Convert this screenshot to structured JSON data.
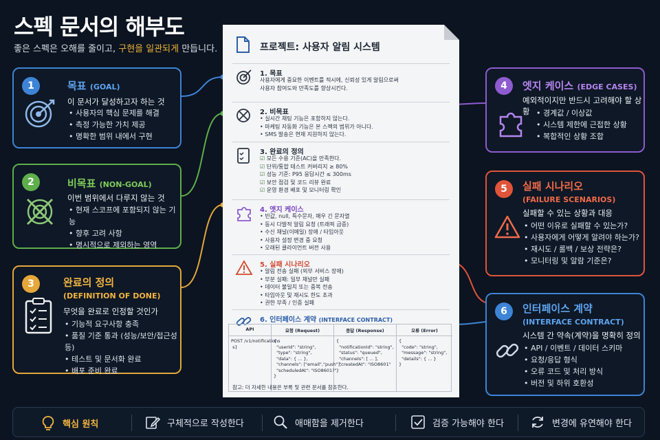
{
  "header": {
    "title": "스펙 문서의 해부도",
    "subtitle_pre": "좋은 스펙은 오해를 줄이고, ",
    "subtitle_hl": "구현을 일관되게",
    "subtitle_post": " 만듭니다."
  },
  "colors": {
    "blue": "#3e84d6",
    "green": "#5fae4c",
    "orange": "#e5a73a",
    "purple": "#8e5bd0",
    "red": "#e0543a",
    "bg": "#0b1420"
  },
  "cards": {
    "goal": {
      "num": "1",
      "title": "목표",
      "title_en": "(GOAL)",
      "desc": "이 문서가 달성하고자 하는 것",
      "icon": "target-icon",
      "items": [
        "사용자의 핵심 문제를 해결",
        "측정 가능한 가치 제공",
        "명확한 범위 내에서 구현"
      ]
    },
    "nongoal": {
      "num": "2",
      "title": "비목표",
      "title_en": "(NON-GOAL)",
      "desc": "이번 범위에서 다루지 않는 것",
      "icon": "crossed-target-icon",
      "items": [
        "현재 스코프에 포함되지 않는 기능",
        "향후 고려 사항",
        "명시적으로 제외하는 영역"
      ]
    },
    "dod": {
      "num": "3",
      "title": "완료의 정의",
      "title_en": "(DEFINITION OF DONE)",
      "desc": "무엇을 완료로 인정할 것인가",
      "icon": "checklist-icon",
      "items": [
        "기능적 요구사항 충족",
        "품질 기준 통과 (성능/보안/접근성 등)",
        "테스트 및 문서화 완료",
        "배포 준비 완료"
      ]
    },
    "edge": {
      "num": "4",
      "title": "엣지 케이스",
      "title_en": "(EDGE CASES)",
      "desc": "예외적이지만 반드시 고려해야 할 상황",
      "icon": "puzzle-icon",
      "items": [
        "경계값 / 이상값",
        "시스템 제한에 근접한 상황",
        "복합적인 상황 조합"
      ]
    },
    "failure": {
      "num": "5",
      "title": "실패 시나리오",
      "title_en": "(FAILURE SCENARIOS)",
      "desc": "실패할 수 있는 상황과 대응",
      "icon": "warning-icon",
      "items": [
        "어떤 이유로 실패할 수 있는가?",
        "사용자에게 어떻게 알려야 하는가?",
        "재시도 / 롤백 / 보상 전략은?",
        "모니터링 및 알람 기준은?"
      ]
    },
    "iface": {
      "num": "6",
      "title": "인터페이스 계약",
      "title_en": "(INTERFACE CONTRACT)",
      "desc": "시스템 간 약속(계약)을 명확히 정의",
      "icon": "link-icon",
      "items": [
        "API / 이벤트 / 데이터 스키마",
        "요청/응답 형식",
        "오류 코드 및 처리 방식",
        "버전 및 하위 호환성"
      ]
    }
  },
  "doc": {
    "title": "프로젝트:  사용자 알림 시스템",
    "s1": {
      "title": "1. 목표",
      "lines": [
        "사용자에게 중요한 이벤트를 적시에, 신뢰성 있게 알림으로써",
        "사용자 참여도와 만족도를 향상시킨다."
      ]
    },
    "s2": {
      "title": "2. 비목표",
      "lines": [
        "실시간 채팅 기능은 포함하지 않는다.",
        "마케팅 자동화 기능은 본 스펙의 범위가 아니다.",
        "SMS 발송은 현재 지원하지 않는다."
      ]
    },
    "s3": {
      "title": "3. 완료의 정의",
      "lines": [
        "모든 수용 기준(AC)을 만족한다.",
        "단위/통합 테스트 커버리지 ≥ 80%",
        "성능 기준: P95 응답시간 ≤ 300ms",
        "보안 점검 및 코드 리뷰 완료",
        "운영 환경 배포 및 모니터링 확인"
      ]
    },
    "s4": {
      "title": "4. 엣지 케이스",
      "lines": [
        "빈값, null, 특수문자, 매우 긴 문자열",
        "동시 다발적 알림 요청 (트래픽 급증)",
        "수신 채널(이메일) 장애 / 타임아웃",
        "사용자 설정 변경 중 요청",
        "오래된 클라이언트 버전 사용"
      ]
    },
    "s5": {
      "title": "5. 실패 시나리오",
      "lines": [
        "알림 전송 실패 (외부 서비스 장애)",
        "부분 실패: 일부 채널만 실패",
        "데이터 불일치 또는 중복 전송",
        "타임아웃 및 재시도 한도 초과",
        "권한 부족 / 인증 실패"
      ]
    },
    "s6": {
      "title": "6. 인터페이스 계약",
      "title_en": "(INTERFACE CONTRACT)"
    },
    "table": {
      "headers": [
        "API",
        "요청 (Request)",
        "응답 (Response)",
        "오류 (Error)"
      ],
      "api": "POST /v1/notifications\n s}",
      "request": "{\n  \"userId\": \"string\",\n  \"type\": \"string\",\n  \"data\": { ... },\n  \"channels\": [\"email\",\"push\"],\n  \"scheduledAt\": \"ISO8601?\"\n}",
      "response": "{\n  \"notificationId\": \"string\",\n  \"status\": \"queued\",\n  \"channels\": [ ... ],\n  \"createdAt\": \"ISO8601\"\n}",
      "error": "{\n  \"code\": \"string\",\n  \"message\": \"string\",\n  \"details\": { ... }\n}"
    },
    "footnote": "참고: 더 자세한 내용은 부록 및 관련 문서를 참조한다."
  },
  "principles": {
    "main": "핵심 원칙",
    "p1": "구체적으로 작성한다",
    "p2": "애매함을 제거한다",
    "p3": "검증 가능해야 한다",
    "p4": "변경에 유연해야 한다"
  }
}
